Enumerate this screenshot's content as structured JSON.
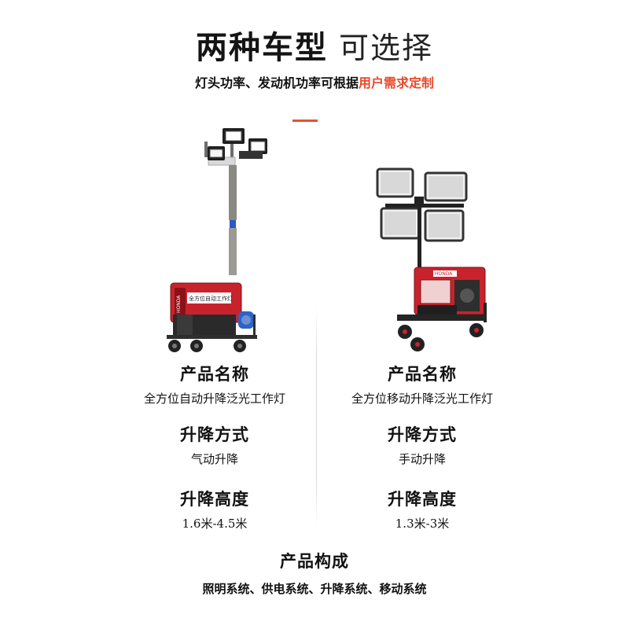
{
  "header": {
    "title_bold": "两种车型",
    "title_light": "可选择",
    "subtitle_prefix": "灯头功率、发动机功率可根据",
    "subtitle_highlight": "用户需求定制"
  },
  "colors": {
    "accent": "#e3542f",
    "highlight_text": "#e8492a",
    "generator_red": "#c8232c"
  },
  "products": [
    {
      "name_label": "产品名称",
      "name_value": "全方位自动升降泛光工作灯",
      "lift_label": "升降方式",
      "lift_value": "气动升降",
      "height_label": "升降高度",
      "height_value": "1.6米-4.5米",
      "generator_brand": "HONDA",
      "generator_label": "全方位自动工作灯"
    },
    {
      "name_label": "产品名称",
      "name_value": "全方位移动升降泛光工作灯",
      "lift_label": "升降方式",
      "lift_value": "手动升降",
      "height_label": "升降高度",
      "height_value": "1.3米-3米",
      "generator_brand": "HONDA"
    }
  ],
  "composition": {
    "label": "产品构成",
    "value": "照明系统、供电系统、升降系统、移动系统"
  }
}
